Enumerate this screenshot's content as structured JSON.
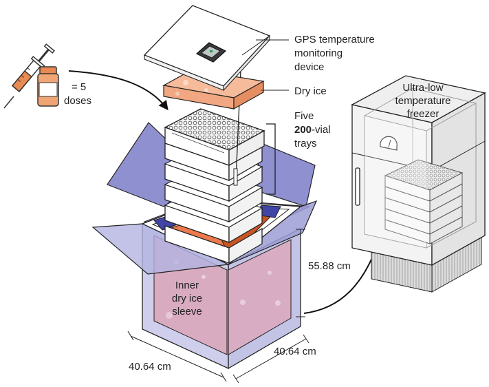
{
  "diagram": {
    "dose_label": "= 5 doses",
    "dose_label_line1": "= 5",
    "dose_label_line2": "doses",
    "gps_label": [
      "GPS temperature",
      "monitoring",
      "device"
    ],
    "dry_ice_label": "Dry ice",
    "trays_label": {
      "line1": "Five",
      "count": "200",
      "suffix": "-vial",
      "line3": "trays"
    },
    "freezer_label": [
      "Ultra-low",
      "temperature",
      "freezer"
    ],
    "sleeve_label": [
      "Inner",
      "dry ice",
      "sleeve"
    ],
    "height_dimension": "55.88 cm",
    "width_dimension": "40.64 cm",
    "depth_dimension": "40.64 cm"
  },
  "colors": {
    "box_blue": "#8e8fcf",
    "box_blue_light": "#c9c9ea",
    "sleeve_pink": "#d7a5b8",
    "dry_ice": "#f3b08f",
    "dry_ice_dark": "#d9623a",
    "outline": "#222222"
  }
}
